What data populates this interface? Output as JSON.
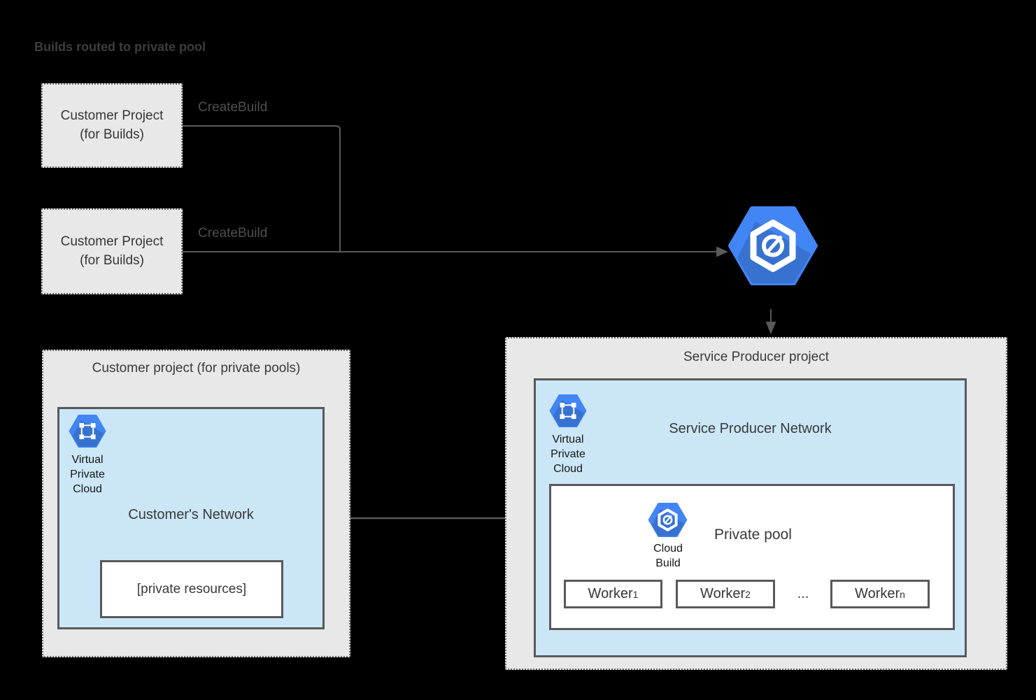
{
  "diagram_title": "Builds routed to private pool",
  "build_projects": [
    {
      "label": "Customer Project (for Builds)",
      "edge_label": "CreateBuild"
    },
    {
      "label": "Customer Project (for Builds)",
      "edge_label": "CreateBuild"
    }
  ],
  "customer_pool_project": {
    "title": "Customer project (for private pools)",
    "network": {
      "vpc_label": "Virtual Private Cloud",
      "name": "Customer's Network",
      "private_resources_label": "[private resources]"
    }
  },
  "service_producer_project": {
    "title": "Service Producer project",
    "network": {
      "vpc_label": "Virtual Private Cloud",
      "name": "Service Producer Network",
      "private_pool": {
        "name": "Private pool",
        "cloud_build_label": "Cloud Build",
        "workers": [
          {
            "base": "Worker",
            "sub": "1"
          },
          {
            "base": "Worker",
            "sub": "2"
          },
          {
            "base": "Worker",
            "sub": "n"
          }
        ],
        "ellipsis": "..."
      }
    }
  },
  "colors": {
    "background": "#000000",
    "project_fill": "#e8e8e8",
    "network_fill": "#cbe6f7",
    "box_border": "#595959",
    "connector_line": "#5a5a5a",
    "gcp_hexagon_blue": "#4285f4"
  }
}
